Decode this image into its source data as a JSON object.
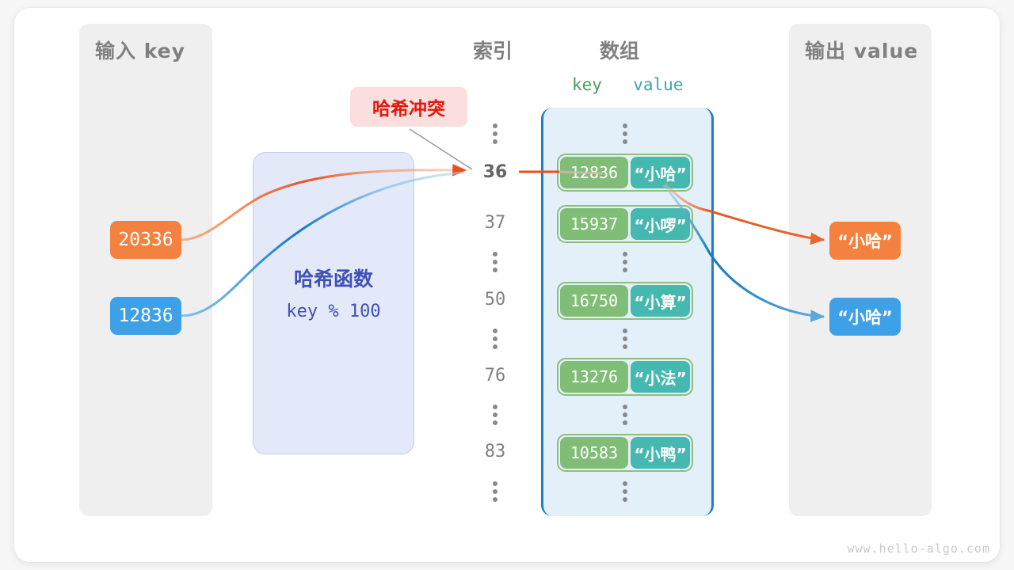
{
  "page": {
    "watermark": "www.hello-algo.com",
    "bg": "#f7f7f7",
    "card_bg": "#ffffff"
  },
  "input_panel": {
    "title": "输入 key",
    "keys": [
      {
        "label": "20336",
        "color": "#f4813f"
      },
      {
        "label": "12836",
        "color": "#3ea1e8"
      }
    ]
  },
  "hash_function": {
    "title": "哈希函数",
    "formula": "key % 100",
    "box_color": "#e4e9fa",
    "text_color": "#3f51b5"
  },
  "collision": {
    "label": "哈希冲突",
    "text_color": "#e3170a",
    "bg_color": "#fbdede"
  },
  "index_column": {
    "title": "索引",
    "entries": [
      {
        "type": "dots"
      },
      {
        "type": "index",
        "label": "36",
        "active": true
      },
      {
        "type": "index",
        "label": "37",
        "active": false
      },
      {
        "type": "dots"
      },
      {
        "type": "index",
        "label": "50",
        "active": false
      },
      {
        "type": "dots"
      },
      {
        "type": "index",
        "label": "76",
        "active": false
      },
      {
        "type": "dots"
      },
      {
        "type": "index",
        "label": "83",
        "active": false
      },
      {
        "type": "dots"
      }
    ]
  },
  "array_column": {
    "title": "数组",
    "header_key": "key",
    "header_value": "value",
    "key_color": "#4a9e5c",
    "value_color": "#3fa8a0",
    "box_bg": "#e3f0fa",
    "box_border": "#1f7ec2",
    "rows": [
      {
        "type": "dots"
      },
      {
        "type": "pair",
        "key": "12836",
        "value": "“小哈”"
      },
      {
        "type": "pair",
        "key": "15937",
        "value": "“小啰”"
      },
      {
        "type": "dots"
      },
      {
        "type": "pair",
        "key": "16750",
        "value": "“小算”"
      },
      {
        "type": "dots"
      },
      {
        "type": "pair",
        "key": "13276",
        "value": "“小法”"
      },
      {
        "type": "dots"
      },
      {
        "type": "pair",
        "key": "10583",
        "value": "“小鸭”"
      },
      {
        "type": "dots"
      }
    ]
  },
  "output_panel": {
    "title": "输出 value",
    "values": [
      {
        "label": "“小哈”",
        "color": "#f4813f"
      },
      {
        "label": "“小哈”",
        "color": "#3ea1e8"
      }
    ]
  }
}
